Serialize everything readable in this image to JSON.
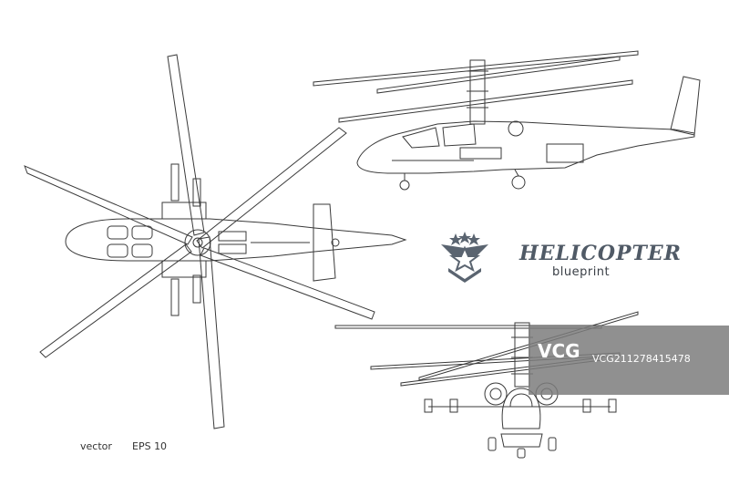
{
  "title": "HELICOPTER",
  "subtitle": "blueprint",
  "footer": {
    "vector": "vector",
    "eps": "EPS 10"
  },
  "watermark": {
    "logo": "VCG",
    "id": "VCG211278415478"
  },
  "colors": {
    "line": "#3a3a3a",
    "emblem": "#5a6470",
    "watermark": "#7d7d7d"
  },
  "icons": {
    "emblem": "star-wings-emblem-icon"
  }
}
